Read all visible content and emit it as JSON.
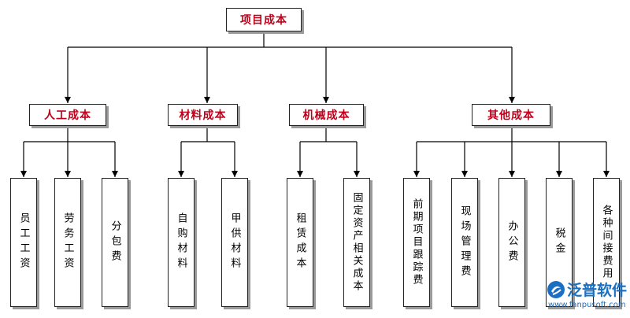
{
  "root": "项目成本",
  "categories": [
    {
      "label": "人工成本",
      "children": [
        "员工工资",
        "劳务工资",
        "分包费"
      ]
    },
    {
      "label": "材料成本",
      "children": [
        "自购材料",
        "甲供材料"
      ]
    },
    {
      "label": "机械成本",
      "children": [
        "租赁成本",
        "固定资产相关成本"
      ]
    },
    {
      "label": "其他成本",
      "children": [
        "前期项目跟踪费",
        "现场管理费",
        "办公费",
        "税金",
        "各种间接费用"
      ]
    }
  ],
  "watermark": {
    "brand": "泛普软件",
    "url": "www.fanpusoft.com"
  },
  "colors": {
    "header_text": "#c0001a",
    "shadow": "#9a9a9a",
    "watermark": "#1a6fc2"
  }
}
